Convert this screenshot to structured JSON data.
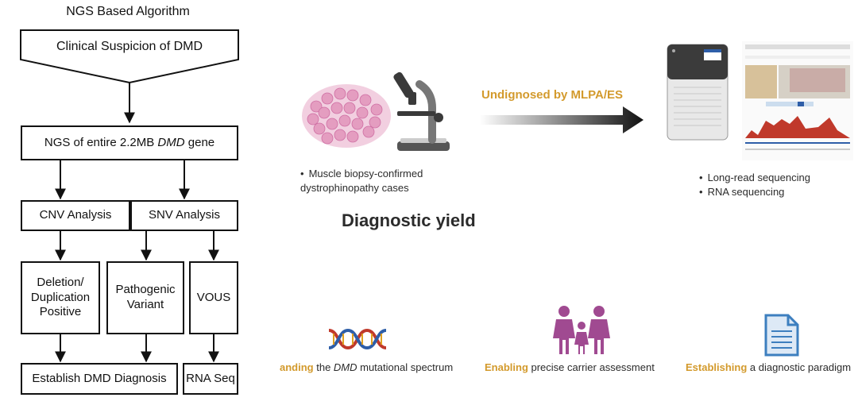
{
  "flowchart": {
    "title": "NGS Based Algorithm",
    "start": "Clinical Suspicion of DMD",
    "ngs_prefix": "NGS of entire 2.2MB ",
    "ngs_gene": "DMD",
    "ngs_suffix": " gene",
    "cnv": "CNV Analysis",
    "snv": "SNV Analysis",
    "deletion": "Deletion/ Duplication Positive",
    "pathogenic": "Pathogenic Variant",
    "vous": "VOUS",
    "establish": "Establish DMD Diagnosis",
    "rnaseq": "RNA Seq"
  },
  "summary": {
    "left_bullet": "Muscle biopsy-confirmed dystrophinopathy cases",
    "arrow_label": "Undignosed by MLPA/ES",
    "right_bullets": [
      "Long-read sequencing",
      "RNA sequencing"
    ],
    "yield_title": "Diagnostic yield",
    "outcomes": [
      {
        "highlight": "anding",
        "pre": " the ",
        "italic": "DMD",
        "post": " mutational spectrum"
      },
      {
        "highlight": "Enabling",
        "text": " precise carrier assessment"
      },
      {
        "highlight": "Establishing",
        "text": " a diagnostic paradigm"
      }
    ],
    "colors": {
      "accent": "#d39a2c",
      "family": "#a04a91",
      "dna_red": "#c0392b",
      "dna_blue": "#2e5ea8",
      "document": "#3d7fbf"
    }
  }
}
